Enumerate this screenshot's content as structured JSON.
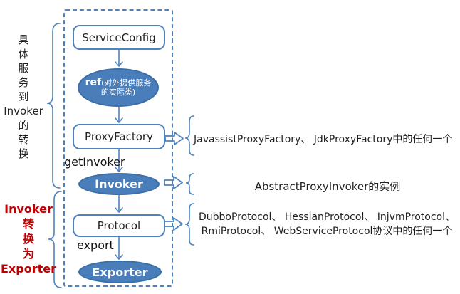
{
  "diagram": {
    "left_labels": {
      "specific_to_invoker": "具\n体\n服\n务\n到\nInvoker\n的\n转\n换",
      "invoker_to_exporter": "Invoker\n转\n换\n为\nExporter"
    },
    "flow": {
      "service_config": "ServiceConfig",
      "ref_prefix": "ref",
      "ref_description": "(对外提供服务的实际类)",
      "get_invoker": "getInvoker",
      "proxy_factory": "ProxyFactory",
      "invoker": "Invoker",
      "protocol": "Protocol",
      "export": "export",
      "exporter": "Exporter"
    },
    "annotations": {
      "proxy_factory_impls": "JavassistProxyFactory、 JdkProxyFactory中的任何一个",
      "invoker_impl": "AbstractProxyInvoker的实例",
      "protocol_impls": "DubboProtocol、 HessianProtocol、 InjvmProtocol、\nRmiProtocol、 WebServiceProtocol协议中的任何一个"
    },
    "colors": {
      "accent_blue": "#4F81BD",
      "ellipse_fill": "#4A7EBB",
      "ellipse_border": "#3A6EA5",
      "red_text": "#C00000"
    }
  }
}
